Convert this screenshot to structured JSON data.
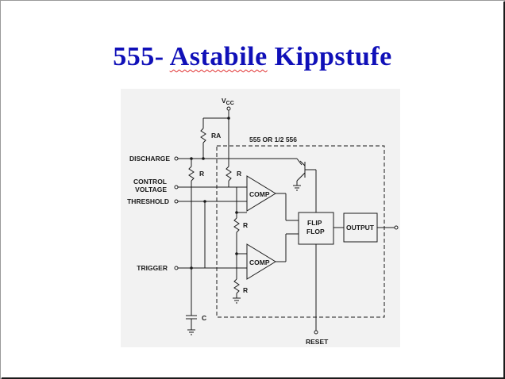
{
  "slide": {
    "title_part1": "555-",
    "title_part2": "Astabile",
    "title_part3": "Kippstufe"
  },
  "schematic": {
    "vcc_main": "V",
    "vcc_sub": "CC",
    "ra_label": "RA",
    "ic_label": "555 OR 1/2 556",
    "pin_discharge": "DISCHARGE",
    "pin_control_1": "CONTROL",
    "pin_control_2": "VOLTAGE",
    "pin_threshold": "THRESHOLD",
    "pin_trigger": "TRIGGER",
    "pin_reset": "RESET",
    "r_top_left": "R",
    "r_divider_top": "R",
    "r_divider_mid": "R",
    "r_divider_bottom": "R",
    "cap_label": "C",
    "comp_upper": "COMP",
    "comp_lower": "COMP",
    "flipflop_line1": "FLIP",
    "flipflop_line2": "FLOP",
    "output_label": "OUTPUT"
  }
}
